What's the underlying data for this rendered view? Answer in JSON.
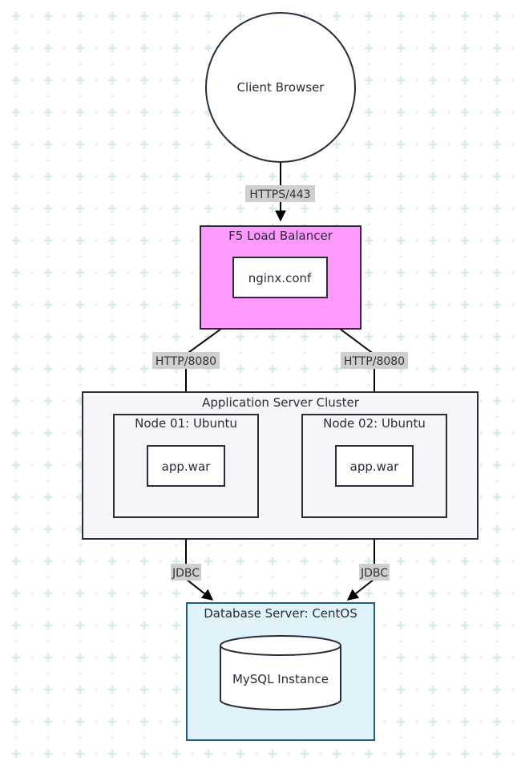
{
  "nodes": {
    "client": {
      "label": "Client Browser"
    },
    "load_balancer": {
      "title": "F5 Load Balancer",
      "config": "nginx.conf"
    },
    "cluster": {
      "title": "Application Server Cluster",
      "node1": {
        "title": "Node 01: Ubuntu",
        "artifact": "app.war"
      },
      "node2": {
        "title": "Node 02: Ubuntu",
        "artifact": "app.war"
      }
    },
    "database": {
      "title": "Database Server: CentOS",
      "instance": "MySQL Instance"
    }
  },
  "edges": {
    "client_to_lb": "HTTPS/443",
    "lb_to_node1": "HTTP/8080",
    "lb_to_node2": "HTTP/8080",
    "node1_to_db": "JDBC",
    "node2_to_db": "JDBC"
  },
  "colors": {
    "load_balancer_fill": "#ff99ff",
    "cluster_fill": "#f6f6fa",
    "database_fill": "#e0f3fb",
    "database_stroke": "#1e5f8a",
    "stroke": "#2b2b3a",
    "grid_mark": "#d6e9ee"
  }
}
